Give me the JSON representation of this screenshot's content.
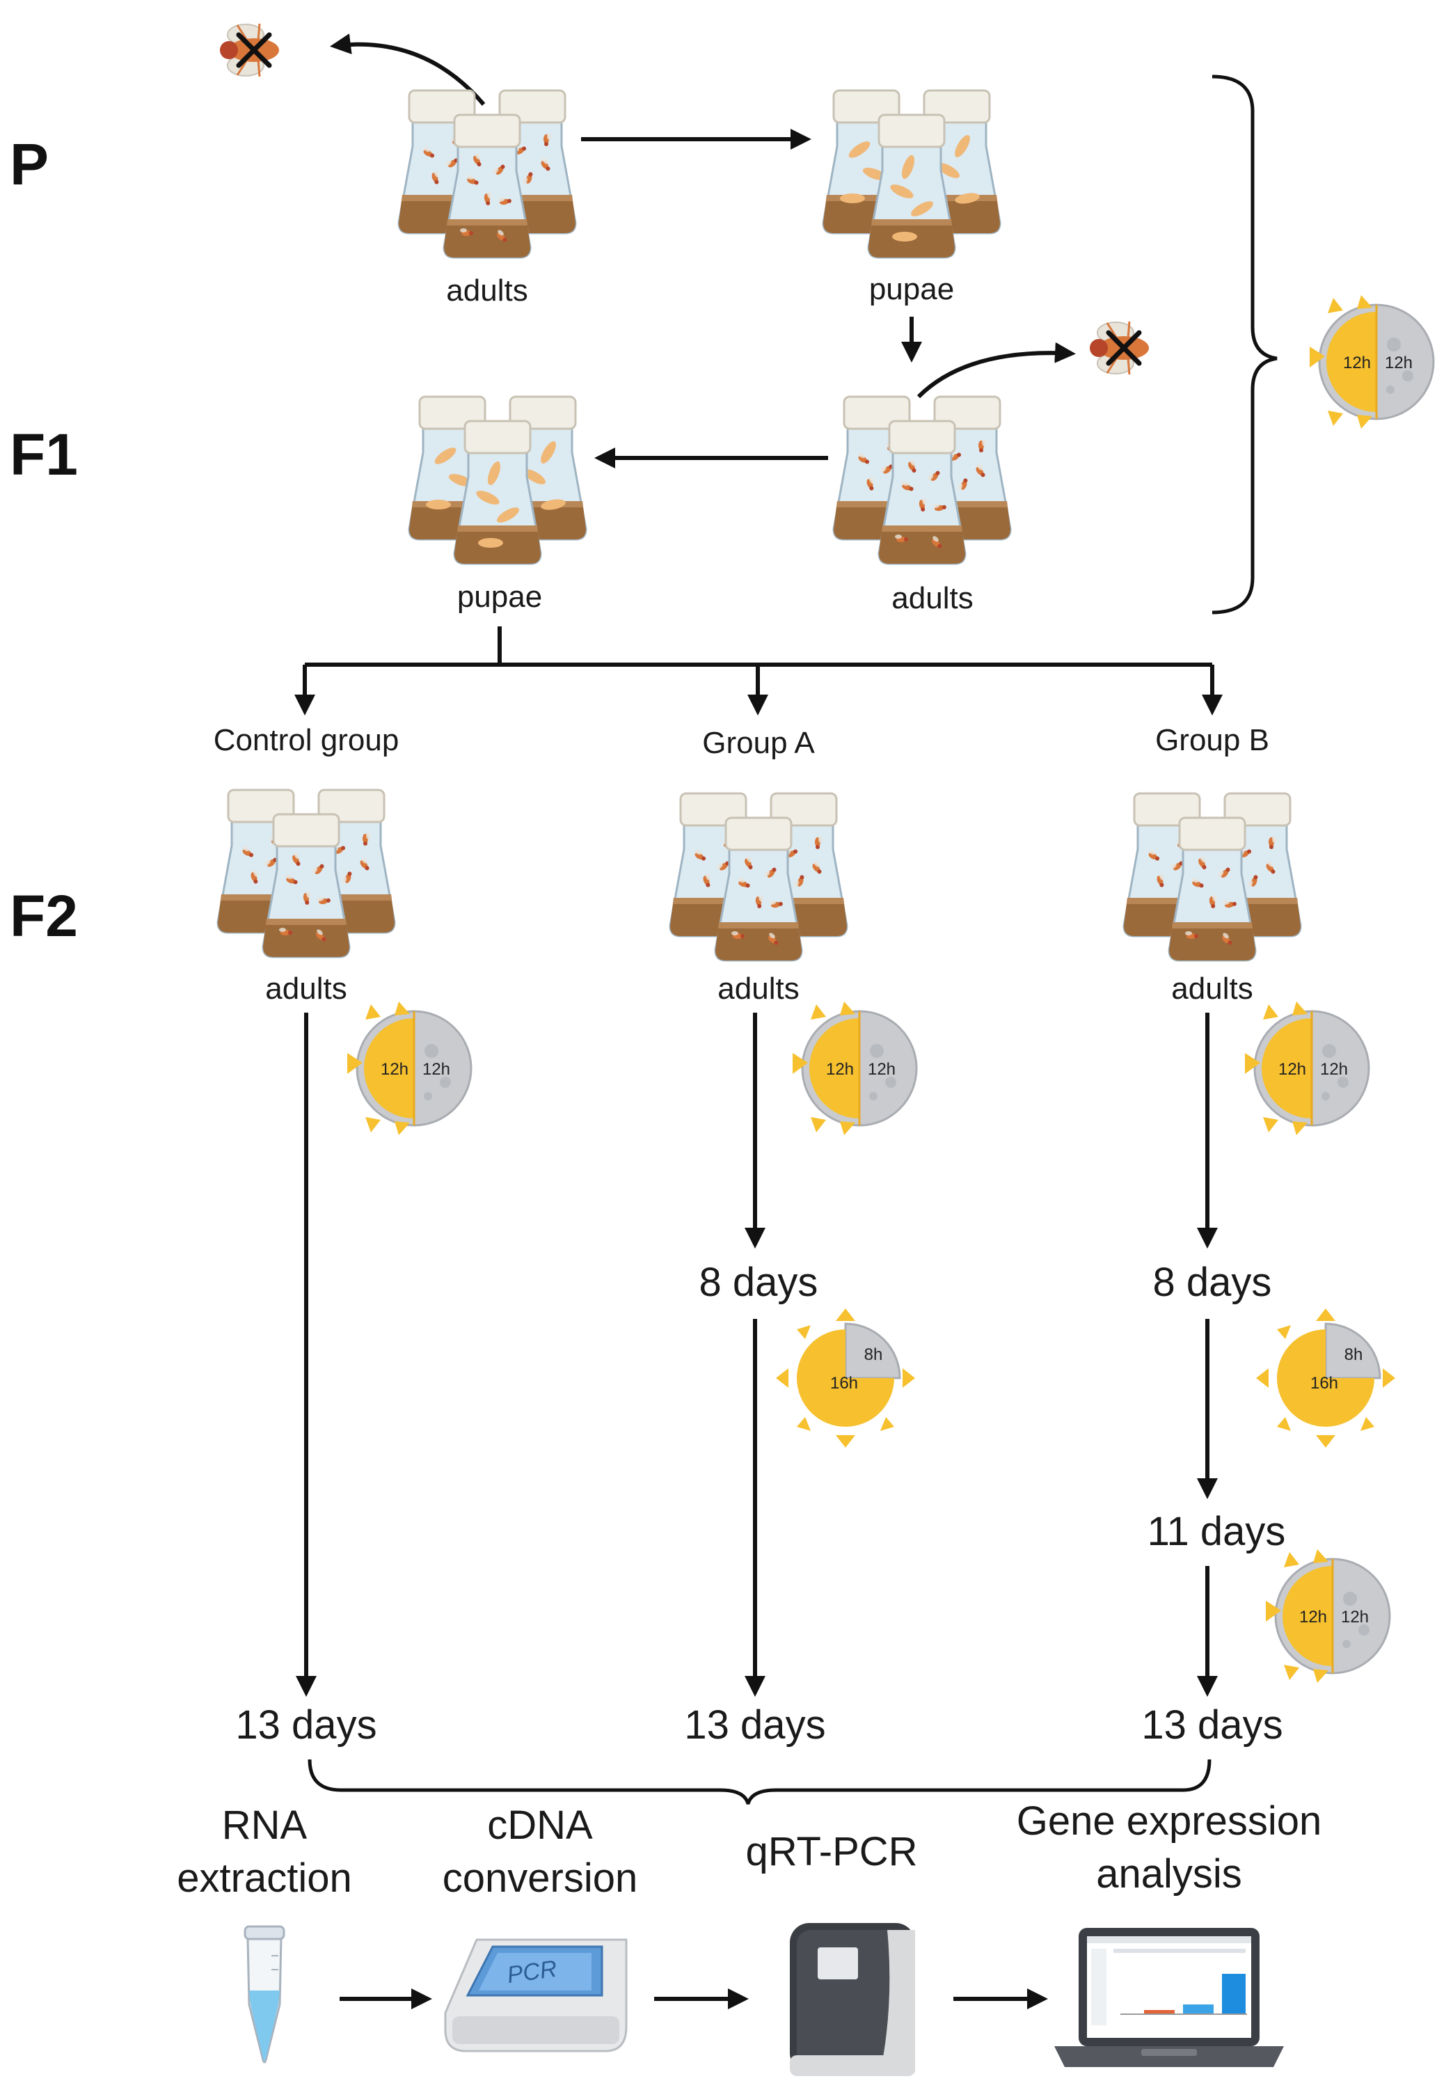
{
  "generations": {
    "p": "P",
    "f1": "F1",
    "f2": "F2"
  },
  "stages": {
    "p_adults": "adults",
    "p_pupae": "pupae",
    "f1_adults": "adults",
    "f1_pupae": "pupae"
  },
  "groups": [
    {
      "name": "Control group",
      "stage": "adults",
      "days": [
        "13 days"
      ]
    },
    {
      "name": "Group A",
      "stage": "adults",
      "days": [
        "8 days",
        "13 days"
      ]
    },
    {
      "name": "Group B",
      "stage": "adults",
      "days": [
        "8 days",
        "11 days",
        "13 days"
      ]
    }
  ],
  "photoperiods": {
    "equal": {
      "light": "12h",
      "dark": "12h"
    },
    "long": {
      "light": "16h",
      "dark": "8h"
    }
  },
  "workflow": [
    {
      "line1": "RNA",
      "line2": "extraction",
      "icon": "tube-icon"
    },
    {
      "line1": "cDNA",
      "line2": "conversion",
      "icon": "pcr-machine-icon"
    },
    {
      "line1": "qRT-PCR",
      "line2": "",
      "icon": "qpcr-instrument-icon"
    },
    {
      "line1": "Gene expression",
      "line2": "analysis",
      "icon": "laptop-icon"
    }
  ],
  "pcr_label": "PCR",
  "colors": {
    "sun": "#F6C02E",
    "moon": "#C9CBCF",
    "soil": "#9B6A3A",
    "glass": "#DCEAF2",
    "cap": "#F1EEE6",
    "fly": "#D9773A",
    "pupa": "#F0B877",
    "arrow": "#111111"
  }
}
